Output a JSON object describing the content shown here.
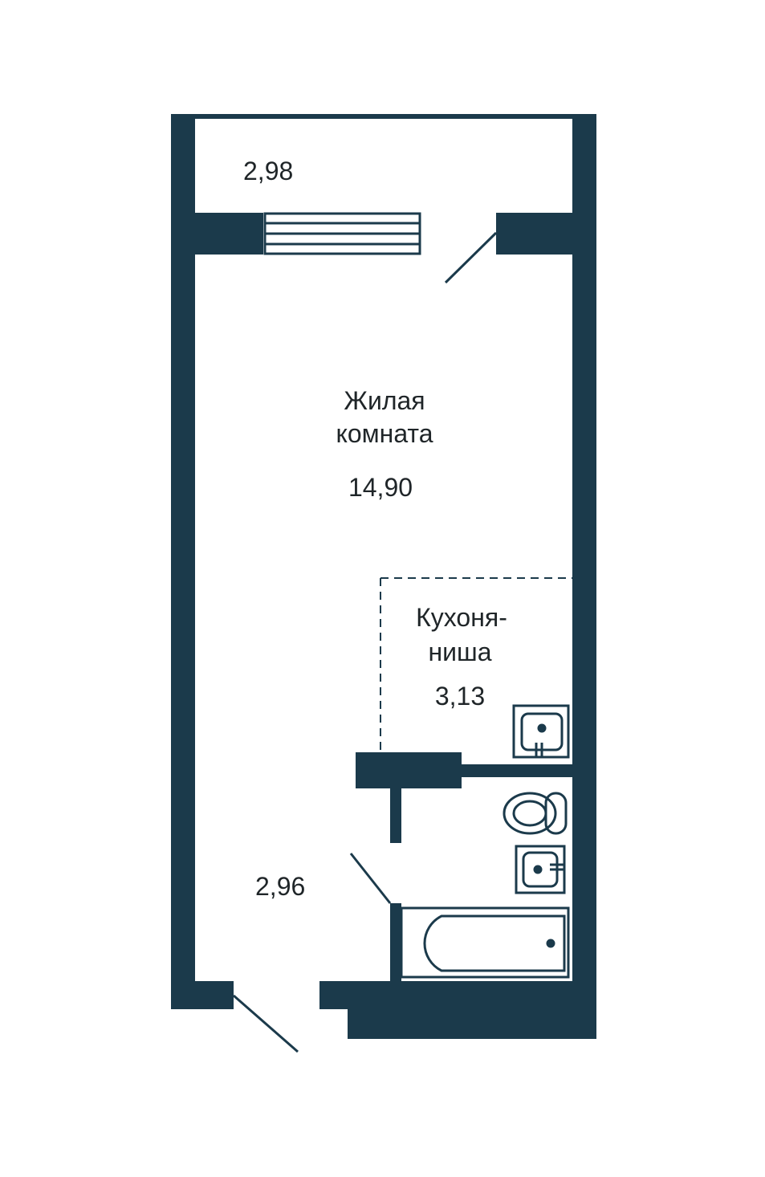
{
  "colors": {
    "wall": "#1b3a4b",
    "background": "#ffffff",
    "text": "#1f2528"
  },
  "rooms": {
    "balcony": {
      "area": "2,98"
    },
    "living_room": {
      "name_line1": "Жилая",
      "name_line2": "комната",
      "area": "14,90"
    },
    "kitchen_niche": {
      "name_line1": "Кухоня-",
      "name_line2": "ниша",
      "area": "3,13"
    },
    "hallway": {
      "area": "2,96"
    }
  },
  "fixtures": [
    "kitchen-sink-icon",
    "toilet-icon",
    "washbasin-icon",
    "bathtub-icon",
    "balcony-window-icon"
  ]
}
